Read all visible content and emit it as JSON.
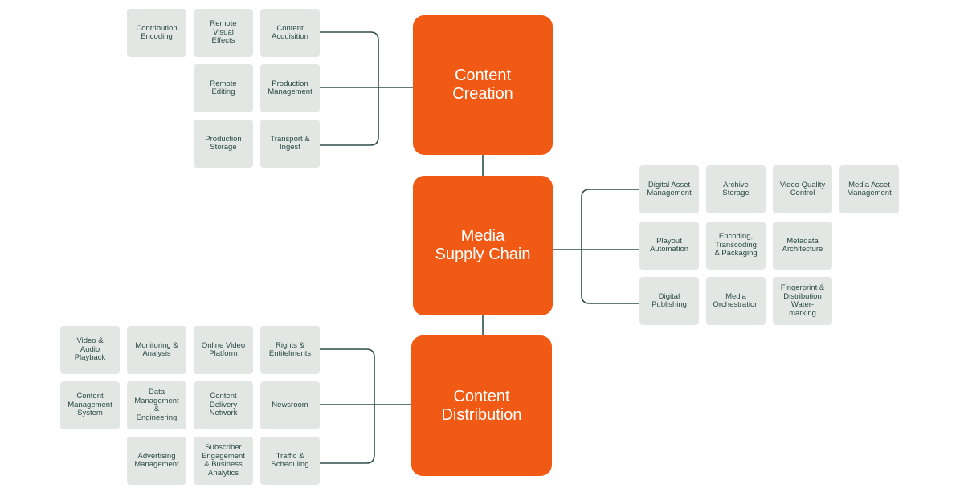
{
  "colors": {
    "hub": "#f05a14",
    "tile": "#e3e7e4",
    "tile_text": "#2a4a47",
    "connector": "#2e4d4a"
  },
  "hubs": {
    "creation": "Content\nCreation",
    "supply": "Media\nSupply Chain",
    "distribution": "Content\nDistribution"
  },
  "creation_tiles": [
    "Contribution\nEncoding",
    "Remote\nVisual\nEffects",
    "Content\nAcquisition",
    "Remote\nEditing",
    "Production\nManagement",
    "Production\nStorage",
    "Transport &\nIngest"
  ],
  "supply_tiles": [
    "Digital Asset\nManagement",
    "Archive\nStorage",
    "Video Quality\nControl",
    "Media Asset\nManagement",
    "Playout\nAutomation",
    "Encoding,\nTranscoding\n& Packaging",
    "Metadata\nArchitecture",
    "Digital\nPublishing",
    "Media\nOrchestration",
    "Fingerprint &\nDistribution\nWater-\nmarking"
  ],
  "distribution_tiles": [
    "Video &\nAudio\nPlayback",
    "Monitoring &\nAnalysis",
    "Online Video\nPlatform",
    "Rights &\nEntitelments",
    "Content\nManagement\nSystem",
    "Data\nManagement\n&\nEngineering",
    "Content\nDelivery\nNetwork",
    "Newsroom",
    "Advertising\nManagement",
    "Subscriber\nEngagement\n& Business\nAnalytics",
    "Traffic &\nScheduling"
  ]
}
